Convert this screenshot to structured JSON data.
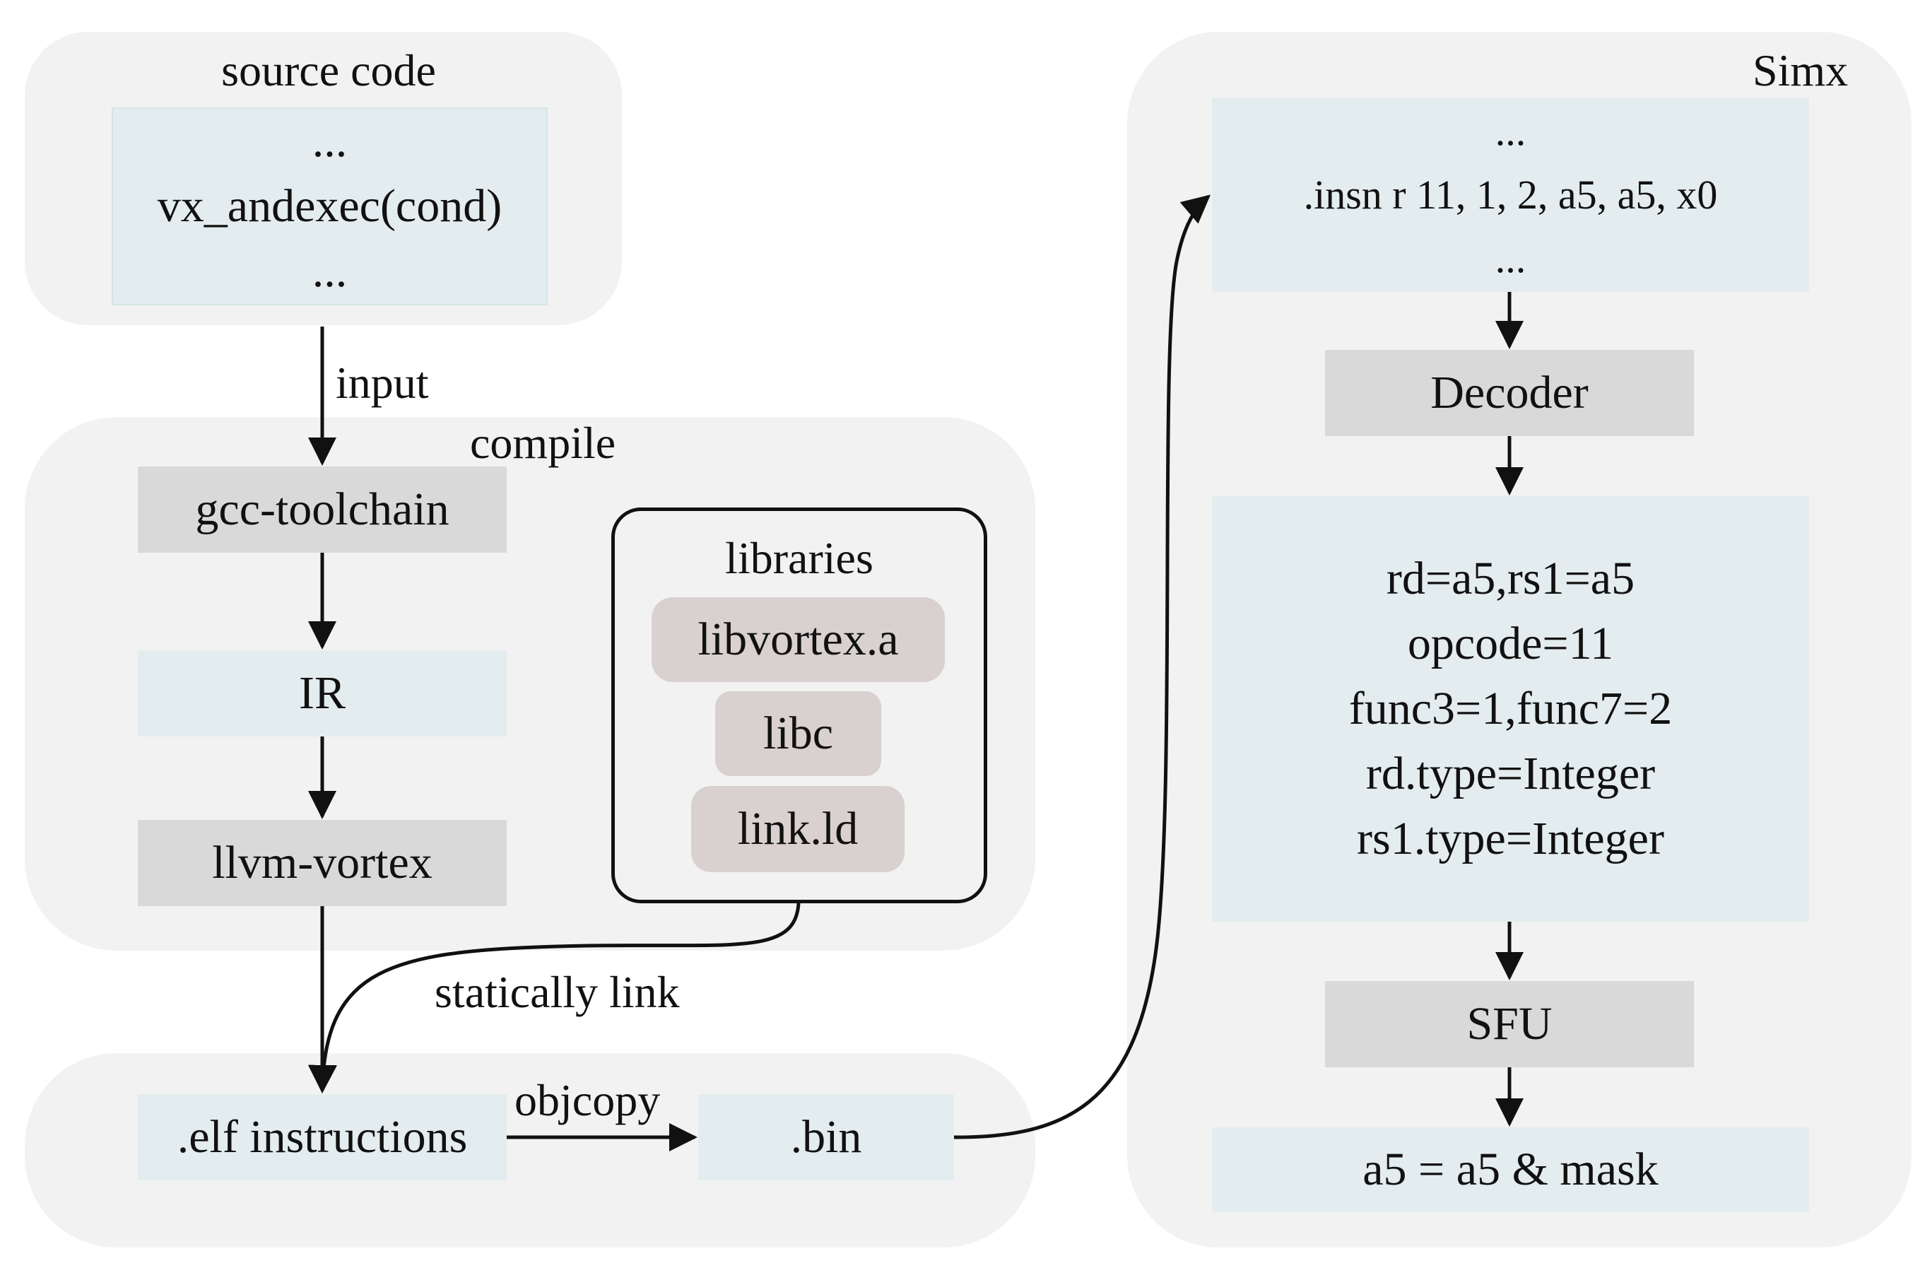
{
  "source": {
    "title": "source code",
    "lines": [
      "...",
      "vx_andexec(cond)",
      "..."
    ]
  },
  "edges": {
    "input": "input",
    "statically_link": "statically link",
    "objcopy": "objcopy"
  },
  "compile": {
    "title": "compile",
    "gcc": "gcc-toolchain",
    "ir": "IR",
    "llvm": "llvm-vortex",
    "libraries": {
      "title": "libraries",
      "items": [
        "libvortex.a",
        "libc",
        "link.ld"
      ]
    }
  },
  "output": {
    "elf": ".elf instructions",
    "bin": ".bin"
  },
  "simx": {
    "title": "Simx",
    "insn_lines": [
      "...",
      ".insn r 11, 1, 2, a5, a5, x0",
      "..."
    ],
    "decoder": "Decoder",
    "fields": [
      "rd=a5,rs1=a5",
      "opcode=11",
      "func3=1,func7=2",
      "rd.type=Integer",
      "rs1.type=Integer"
    ],
    "sfu": "SFU",
    "result": "a5 = a5 & mask"
  }
}
